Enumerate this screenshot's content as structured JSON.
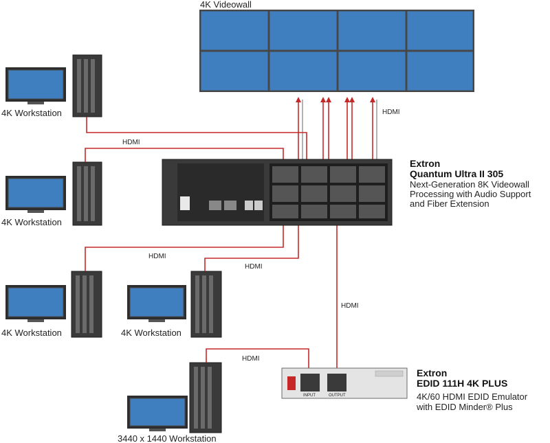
{
  "videowall": {
    "label": "4K Videowall"
  },
  "cables": {
    "hdmi_label": "HDMI"
  },
  "workstations": [
    {
      "label": "4K Workstation"
    },
    {
      "label": "4K Workstation"
    },
    {
      "label": "4K Workstation"
    },
    {
      "label": "4K Workstation"
    },
    {
      "label": "3440 x 1440 Workstation"
    }
  ],
  "quantum": {
    "brand": "Extron",
    "model": "Quantum Ultra II 305",
    "desc_line1": "Next-Generation 8K Videowall",
    "desc_line2": "Processing with Audio Support",
    "desc_line3": "and Fiber Extension"
  },
  "edid": {
    "brand": "Extron",
    "model": "EDID 111H 4K PLUS",
    "desc_line1": "4K/60 HDMI EDID Emulator",
    "desc_line2": "with EDID Minder® Plus",
    "port_in": "INPUT",
    "port_out": "OUTPUT"
  },
  "colors": {
    "cable_red": "#c62828",
    "cable_gray": "#9e9e9e",
    "screen_blue": "#3f7fc0"
  }
}
